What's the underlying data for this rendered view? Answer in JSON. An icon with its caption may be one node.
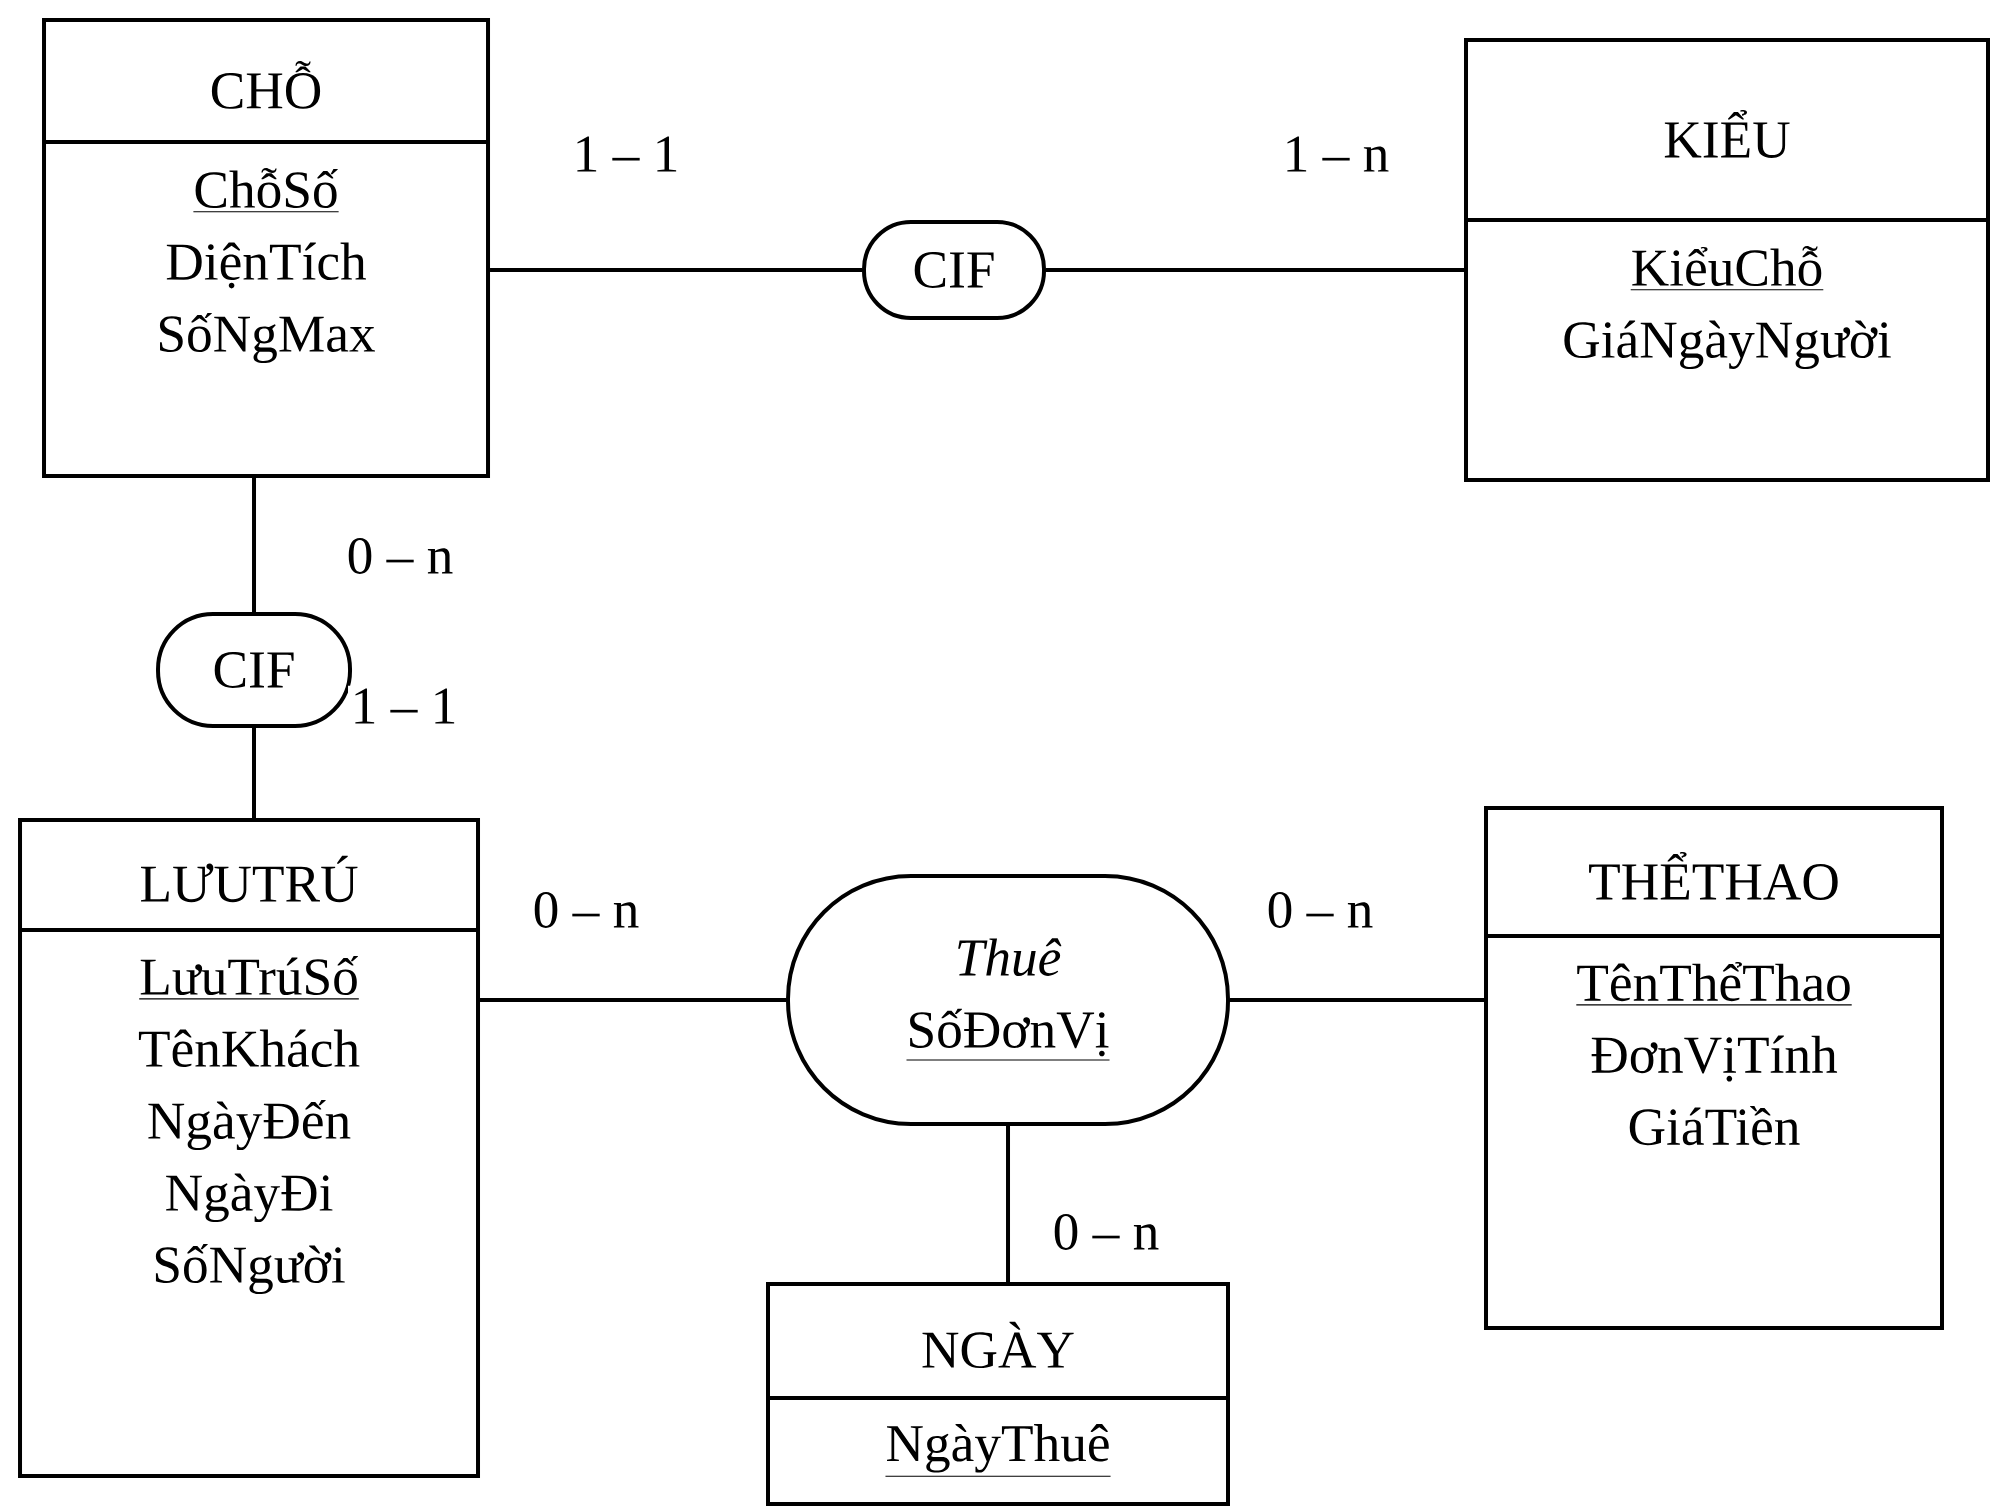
{
  "diagram": {
    "nodes": [
      {
        "text": [
          "CHỖ",
          "ChỗSố",
          "DiệnTích",
          "SốNgMax"
        ]
      },
      {
        "text": [
          "CIF"
        ]
      },
      {
        "text": [
          "KIỂU",
          "KiểuChỗ",
          "GiáNgàyNgười"
        ]
      },
      {
        "text": [
          "CIF"
        ]
      },
      {
        "text": [
          "LƯUTRÚ",
          "LưuTrúSố",
          "TênKhách",
          "NgàyĐến",
          "NgàyĐi",
          "SốNgười"
        ]
      },
      {
        "text": [
          "Thuê",
          "SốĐơnVị"
        ]
      },
      {
        "text": [
          "THỂTHAO",
          "TênThểThao",
          "ĐơnVịTính",
          "GiáTiền"
        ]
      },
      {
        "text": [
          "NGÀY",
          "NgàyThuê"
        ]
      }
    ],
    "edges": [
      {
        "from": 0,
        "to": 1,
        "arrow": "none",
        "label": "1 – 1"
      },
      {
        "from": 1,
        "to": 2,
        "arrow": "none",
        "label": "1 – n"
      },
      {
        "from": 0,
        "to": 3,
        "arrow": "none",
        "label": "0 – n"
      },
      {
        "from": 3,
        "to": 4,
        "arrow": "none",
        "label": "1 – 1"
      },
      {
        "from": 4,
        "to": 5,
        "arrow": "none",
        "label": "0 – n"
      },
      {
        "from": 5,
        "to": 6,
        "arrow": "none",
        "label": "0 – n"
      },
      {
        "from": 5,
        "to": 7,
        "arrow": "none",
        "label": "0 – n"
      }
    ]
  }
}
